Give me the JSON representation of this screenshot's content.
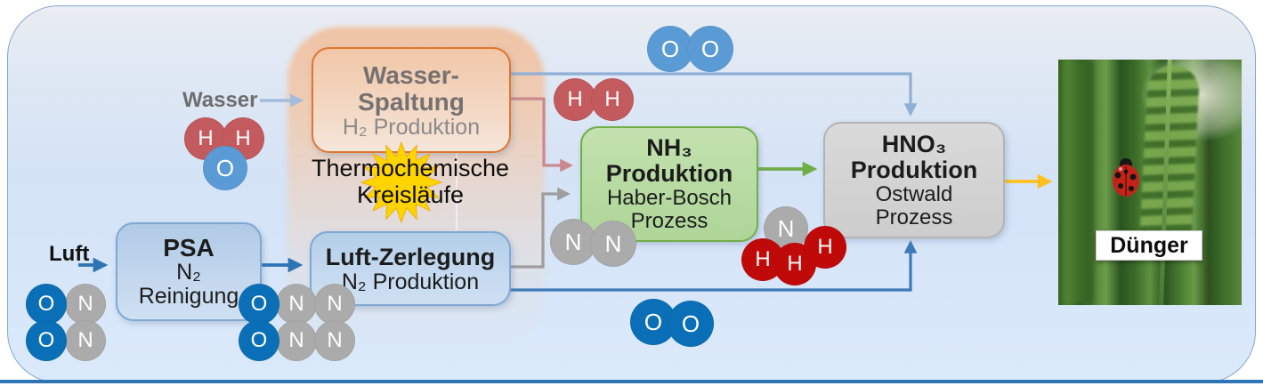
{
  "labels": {
    "wasser": "Wasser",
    "luft": "Luft",
    "thermo_line1": "Thermochemische",
    "thermo_line2": "Kreisläufe",
    "duenger": "Dünger"
  },
  "boxes": {
    "wasser_spaltung": {
      "title_line1": "Wasser-",
      "title_line2": "Spaltung",
      "subtitle": "H₂ Produktion"
    },
    "psa": {
      "title": "PSA",
      "subtitle_line1": "N₂",
      "subtitle_line2": "Reinigung"
    },
    "luft_zerlegung": {
      "title": "Luft-Zerlegung",
      "subtitle": "N₂ Produktion"
    },
    "nh3": {
      "title_line1": "NH₃",
      "title_line2": "Produktion",
      "subtitle_line1": "Haber-Bosch",
      "subtitle_line2": "Prozess"
    },
    "hno3": {
      "title_line1": "HNO₃",
      "title_line2": "Produktion",
      "subtitle_line1": "Ostwald",
      "subtitle_line2": "Prozess"
    }
  },
  "atoms": {
    "oxygen": "O",
    "nitrogen": "N",
    "hydrogen": "H"
  },
  "colors": {
    "oxygen_strong": "#0B6FB7",
    "oxygen_light": "#5B9BD5",
    "nitrogen_gray": "#ABABAB",
    "hydrogen_rose": "#C25A5E",
    "hydrogen_dark": "#C00A0A",
    "flow_water_input": "#A4BBDC",
    "flow_air_input": "#2E74B5",
    "flow_h2": "#C9898F",
    "flow_n2": "#9D9D9D",
    "flow_o2_top": "#8FAFD6",
    "flow_o2_bottom": "#3E7AB9",
    "flow_nh3": "#70AD47",
    "flow_hno3_output": "#FFC020",
    "water_splitting_border": "#E0762F",
    "air_boxes_border": "#7FA8D4",
    "nh3_border": "#70AD47",
    "hno3_border": "#B3B3B3",
    "sunburst": "#FFD400",
    "bottom_bar": "#2E75B6"
  }
}
